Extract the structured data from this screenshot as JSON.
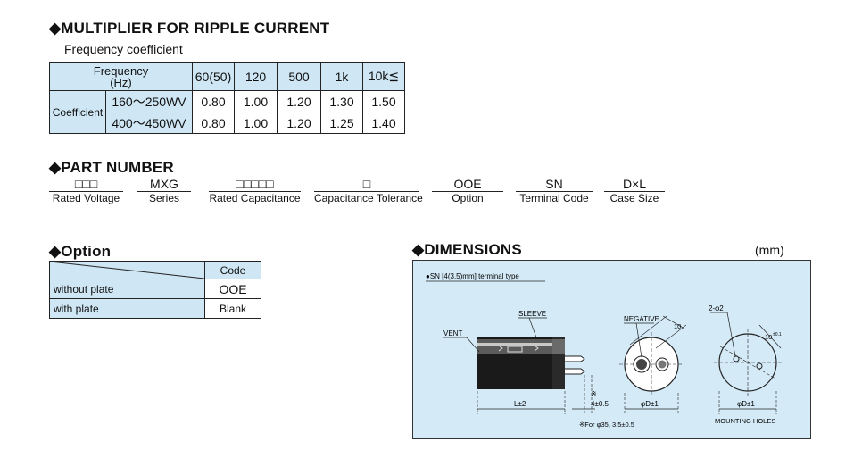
{
  "ripple": {
    "heading": "◆MULTIPLIER FOR RIPPLE CURRENT",
    "subheading": "Frequency coefficient",
    "freq_header_line1": "Frequency",
    "freq_header_line2": "(Hz)",
    "frequencies": [
      "60(50)",
      "120",
      "500",
      "1k",
      "10k≦"
    ],
    "coefficient_label": "Coefficient",
    "rows": [
      {
        "voltage": "160～250WV",
        "values": [
          "0.80",
          "1.00",
          "1.20",
          "1.30",
          "1.50"
        ]
      },
      {
        "voltage": "400～450WV",
        "values": [
          "0.80",
          "1.00",
          "1.20",
          "1.25",
          "1.40"
        ]
      }
    ]
  },
  "part_number": {
    "heading": "◆PART NUMBER",
    "fields": [
      {
        "code": "□□□",
        "label": "Rated Voltage"
      },
      {
        "code": "MXG",
        "label": "Series"
      },
      {
        "code": "□□□□□",
        "label": "Rated Capacitance"
      },
      {
        "code": "□",
        "label": "Capacitance Tolerance"
      },
      {
        "code": "OOE",
        "label": "Option"
      },
      {
        "code": "SN",
        "label": "Terminal Code"
      },
      {
        "code": "D×L",
        "label": "Case Size"
      }
    ]
  },
  "option": {
    "heading": "◆Option",
    "code_header": "Code",
    "rows": [
      {
        "label": "without plate",
        "code": "OOE"
      },
      {
        "label": "with plate",
        "code": "Blank"
      }
    ]
  },
  "dimensions": {
    "heading": "◆DIMENSIONS",
    "unit": "(mm)",
    "terminal_type": "●SN [4(3.5)mm] terminal type",
    "labels": {
      "sleeve": "SLEEVE",
      "vent": "VENT",
      "negative": "NEGATIVE",
      "ten": "10",
      "two_phi_two": "2-φ2",
      "ten_tol": "10",
      "ten_tol_sup": "±0.1",
      "length": "L±2",
      "note_mark": "※",
      "lead": "4±0.5",
      "diam1": "φD±1",
      "diam2": "φD±1",
      "mounting": "MOUNTING HOLES",
      "footnote": "※For φ35, 3.5±0.5"
    }
  }
}
